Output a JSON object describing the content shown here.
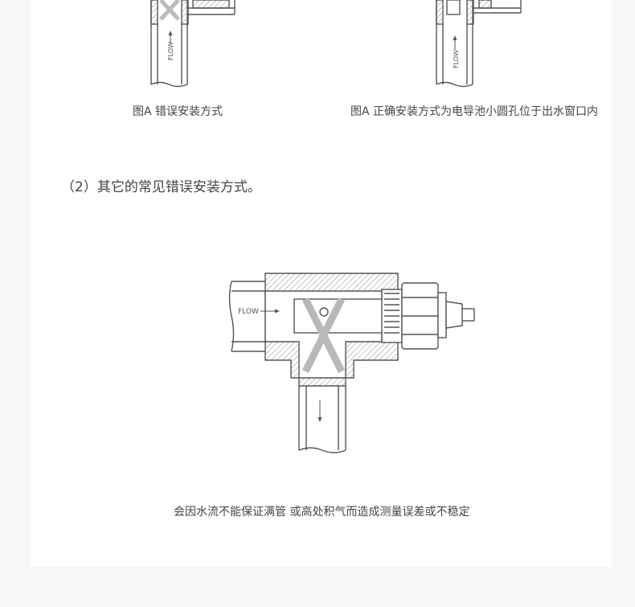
{
  "figures": {
    "wrong_caption": "图A 错误安装方式",
    "right_caption": "图A 正确安装方式为电导池小圆孔位于出水窗口内",
    "flow_label": "FLOW"
  },
  "section": {
    "heading": "（2）其它的常见错误安装方式。"
  },
  "bottom_figure": {
    "flow_label": "FLOW",
    "caption": "会因水流不能保证满管 或高处积气而造成测量误差或不稳定"
  },
  "colors": {
    "line": "#555555",
    "mark": "#b8b8b8",
    "hatch": "#888888"
  }
}
